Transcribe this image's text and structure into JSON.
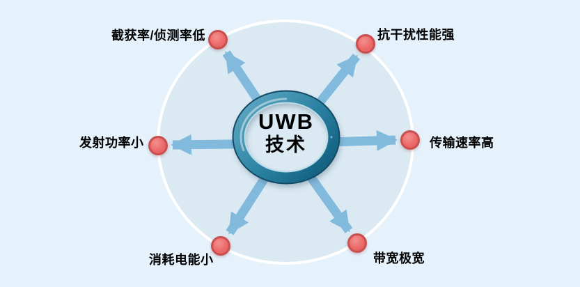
{
  "diagram": {
    "center": {
      "line1": "UWB",
      "line2": "技术"
    },
    "features": [
      {
        "id": "intercept-detection-low",
        "label": "截获率/侦测率低",
        "position": "top-left"
      },
      {
        "id": "anti-interference-strong",
        "label": "抗干扰性能强",
        "position": "top-right"
      },
      {
        "id": "transmission-rate-high",
        "label": "传输速率高",
        "position": "right"
      },
      {
        "id": "bandwidth-wide",
        "label": "带宽极宽",
        "position": "bottom-right"
      },
      {
        "id": "power-consumption-low",
        "label": "消耗电能小",
        "position": "bottom-left"
      },
      {
        "id": "transmit-power-low",
        "label": "发射功率小",
        "position": "left"
      }
    ],
    "colors": {
      "background": "#E5F2FC",
      "inner_circle_fill": "#DAE9F2",
      "inner_circle_rim": "#FFFFFF",
      "arrow": "#82BADD",
      "ring_light": "#5FA8C2",
      "ring_mid": "#2C82A3",
      "ring_dark": "#0C5878",
      "ring_outline": "#134A66",
      "dot_fill": "#EC6A6A",
      "dot_border": "#C94F4F",
      "text": "#000000"
    }
  }
}
